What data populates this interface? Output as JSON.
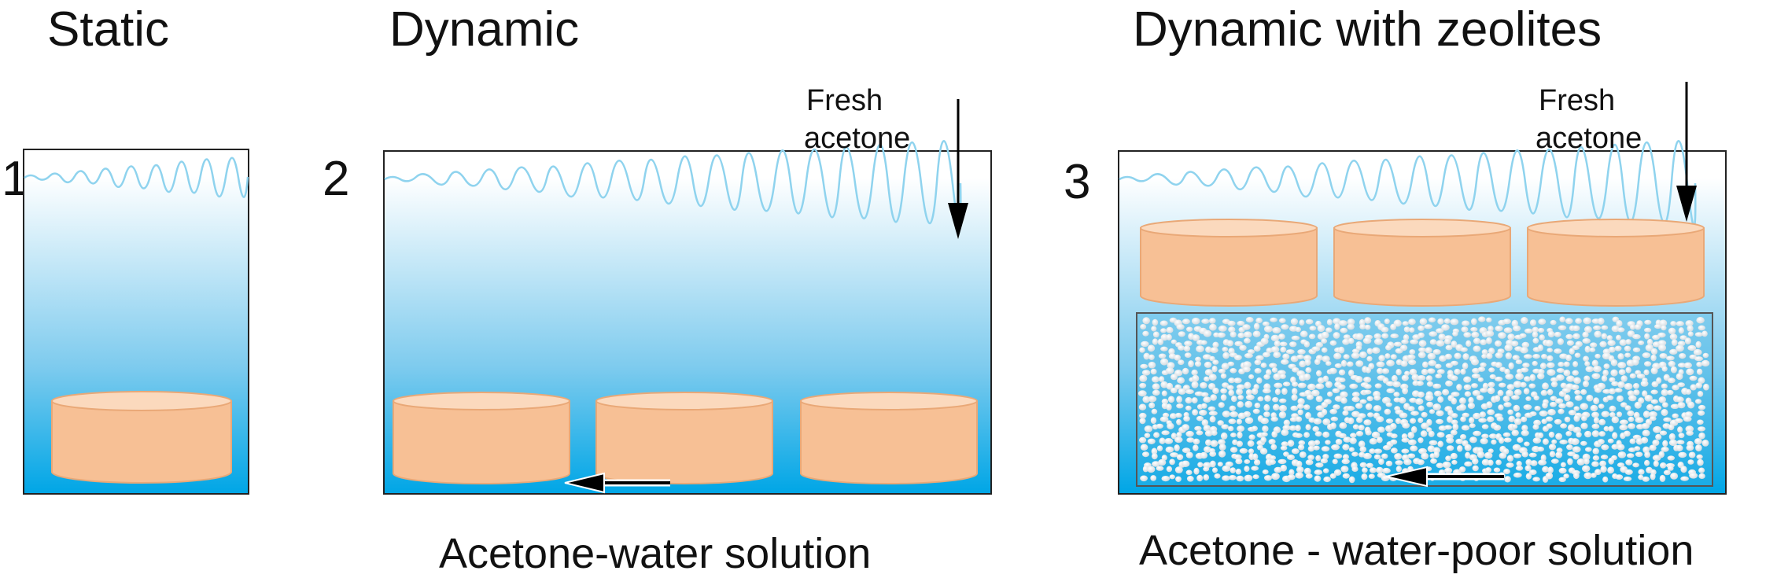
{
  "panels": [
    {
      "number": "1",
      "title": "Static"
    },
    {
      "number": "2",
      "title": "Dynamic",
      "inflow_label": [
        "Fresh",
        "acetone"
      ],
      "caption": "Acetone-water solution"
    },
    {
      "number": "3",
      "title": "Dynamic with zeolites",
      "inflow_label": [
        "Fresh",
        "acetone"
      ],
      "caption": "Acetone - water-poor solution"
    }
  ],
  "colors": {
    "water_top": "#ffffff",
    "water_bottom": "#00a6e6",
    "surface": "#8fd3ee",
    "sample_fill": "#f7c095",
    "sample_top": "#fbd9bd",
    "zeolite": "#e8eef2",
    "arrow": "#000000"
  },
  "icons": [
    "down-arrow-icon",
    "left-arrow-icon",
    "cylinder-sample-icon",
    "zeolite-bead-icon"
  ]
}
